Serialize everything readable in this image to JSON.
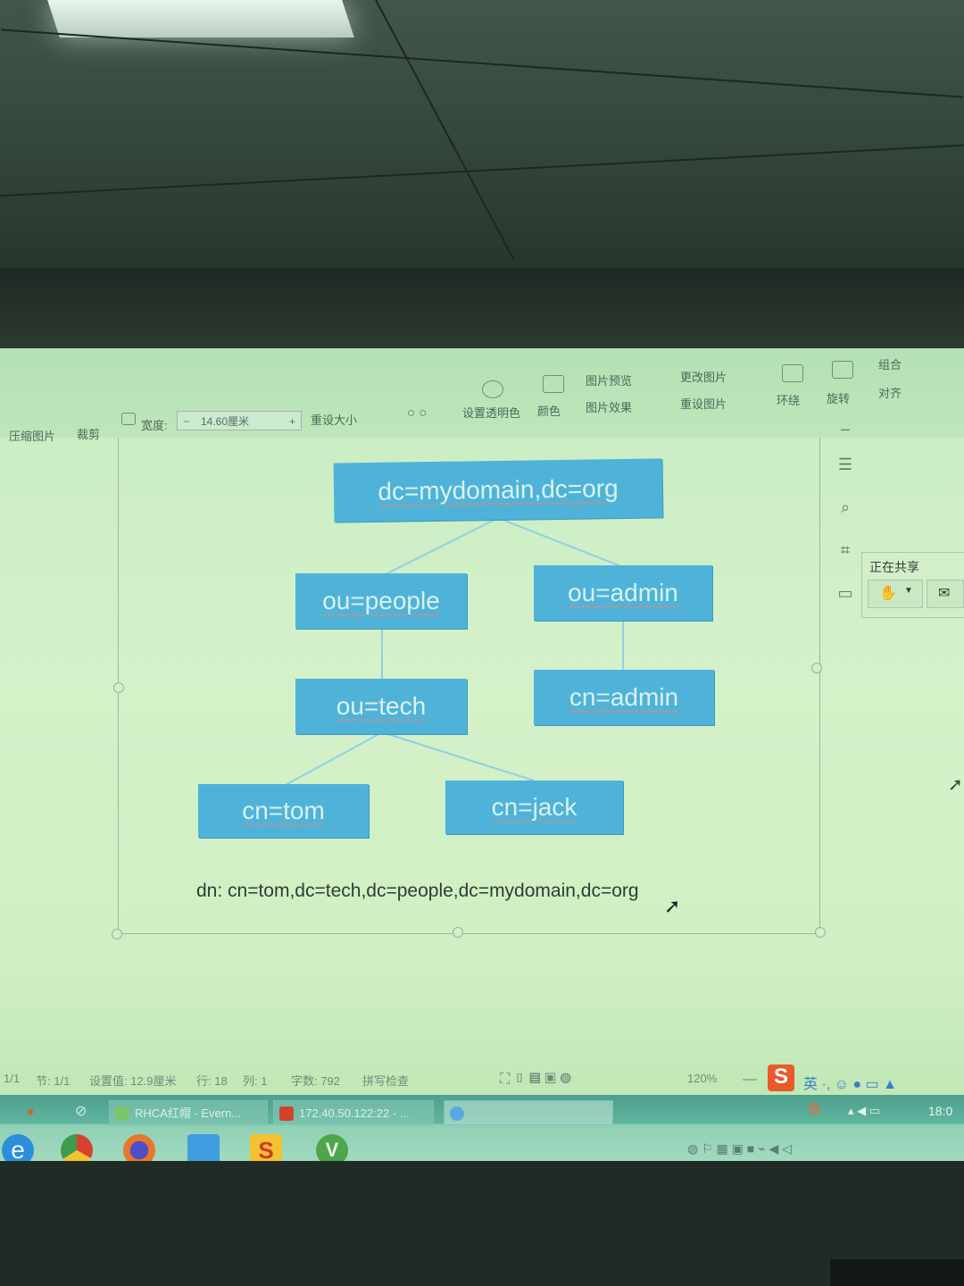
{
  "ribbon": {
    "compress_label": "压缩图片",
    "crop_label": "裁剪",
    "width_label": "宽度:",
    "width_value": "14.60厘米",
    "minus": "−",
    "plus": "+",
    "reset_size_label": "重设大小",
    "transparent_label": "设置透明色",
    "color_label": "颜色",
    "preview_label": "图片预览",
    "effects_label": "图片效果",
    "change_label": "更改图片",
    "reset_pic_label": "重设图片",
    "wrap_label": "环绕",
    "rotate_label": "旋转",
    "group_label": "组合",
    "align_label": "对齐"
  },
  "tree": {
    "root": "dc=mydomain,dc=org",
    "people": "ou=people",
    "admin_ou": "ou=admin",
    "tech": "ou=tech",
    "admin_cn": "cn=admin",
    "tom": "cn=tom",
    "jack": "cn=jack",
    "link_color": "#4fb3d9",
    "node_color": "#4fb3d9"
  },
  "dn_text": "dn:  cn=tom,dc=tech,dc=people,dc=mydomain,dc=org",
  "share_panel": {
    "title": "正在共享"
  },
  "statusbar": {
    "page": "1/1",
    "section": "节: 1/1",
    "setting": "设置值: 12.9厘米",
    "row": "行: 18",
    "col": "列: 1",
    "words": "字数: 792",
    "spell": "拼写检查",
    "zoom": "120%"
  },
  "taskbar": {
    "task1": "RHCA红帽 - Evern...",
    "task2": "172.40.50.122:22 - ...",
    "clock": "18:0"
  }
}
